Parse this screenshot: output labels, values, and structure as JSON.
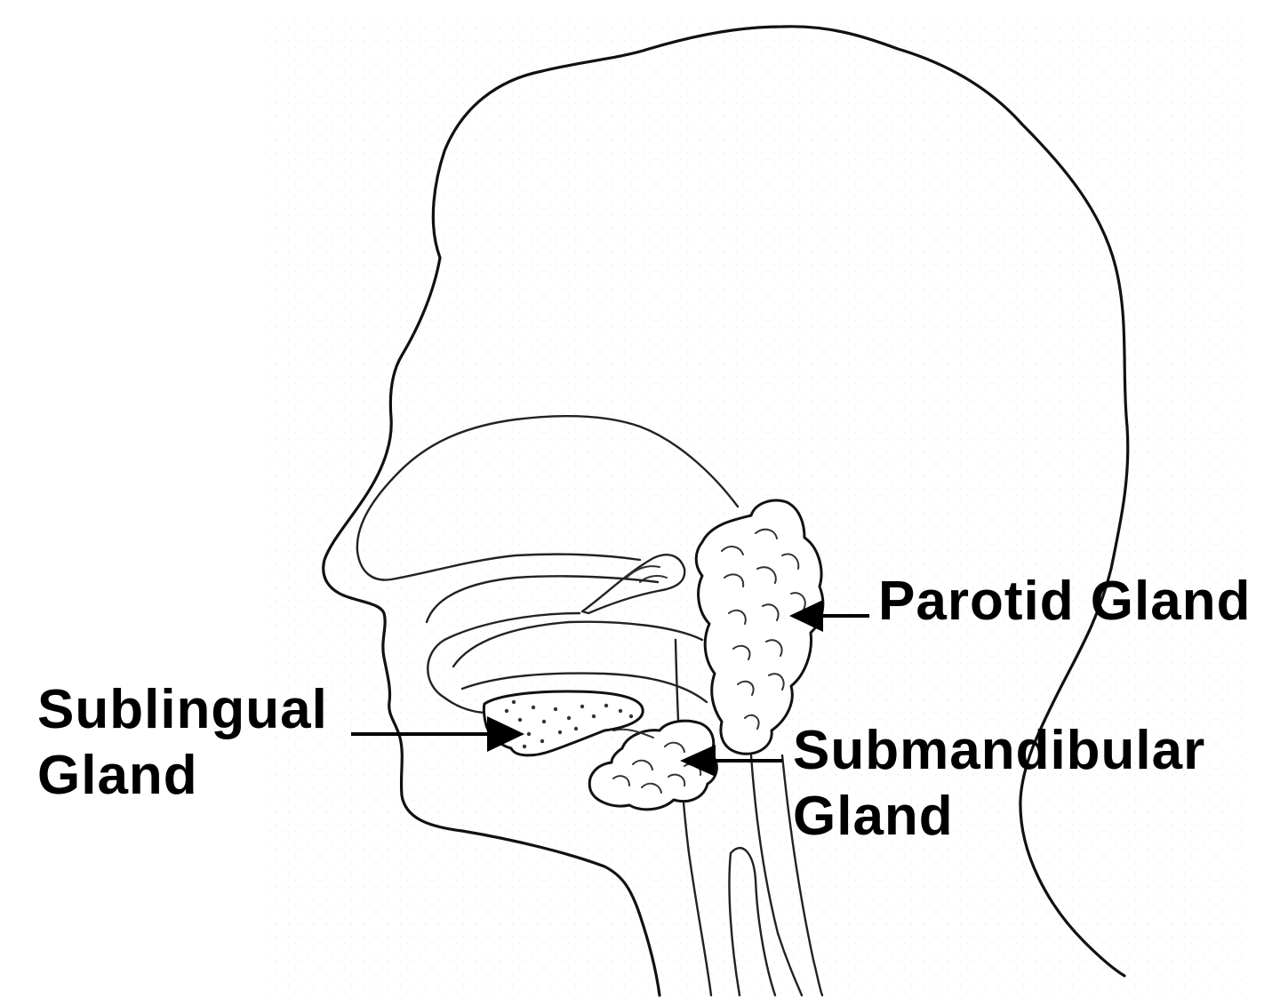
{
  "diagram": {
    "labels": {
      "parotid": "Parotid Gland",
      "sublingual_line1": "Sublingual",
      "sublingual_line2": "Gland",
      "submandibular_line1": "Submandibular",
      "submandibular_line2": "Gland"
    },
    "colors": {
      "ink": "#000000",
      "background": "#ffffff"
    }
  }
}
